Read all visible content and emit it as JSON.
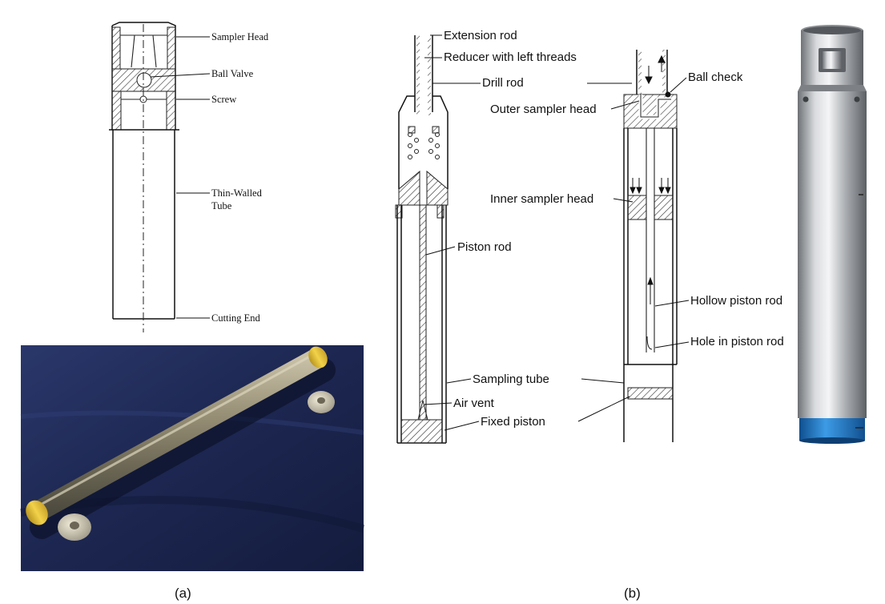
{
  "panel_a": {
    "caption": "(a)",
    "labels": {
      "sampler_head": "Sampler Head",
      "ball_valve": "Ball Valve",
      "screw": "Screw",
      "thin_walled_1": "Thin-Walled",
      "thin_walled_2": "Tube",
      "cutting_end": "Cutting End"
    }
  },
  "panel_b": {
    "caption": "(b)",
    "labels": {
      "extension_rod": "Extension rod",
      "reducer": "Reducer with left threads",
      "drill_rod": "Drill rod",
      "ball_check": "Ball check",
      "outer_head": "Outer sampler head",
      "inner_head": "Inner sampler head",
      "piston_rod": "Piston rod",
      "hollow_piston_rod": "Hollow piston rod",
      "hole_piston_rod": "Hole in piston rod",
      "sampling_tube": "Sampling tube",
      "air_vent": "Air vent",
      "fixed_piston": "Fixed piston"
    }
  },
  "colors": {
    "cloth": "#1e2a55",
    "tube_metal": "#8a8470",
    "end_cap": "#e8c53a",
    "steel": "#b9bcc0",
    "blue_tip": "#1f78c8"
  }
}
